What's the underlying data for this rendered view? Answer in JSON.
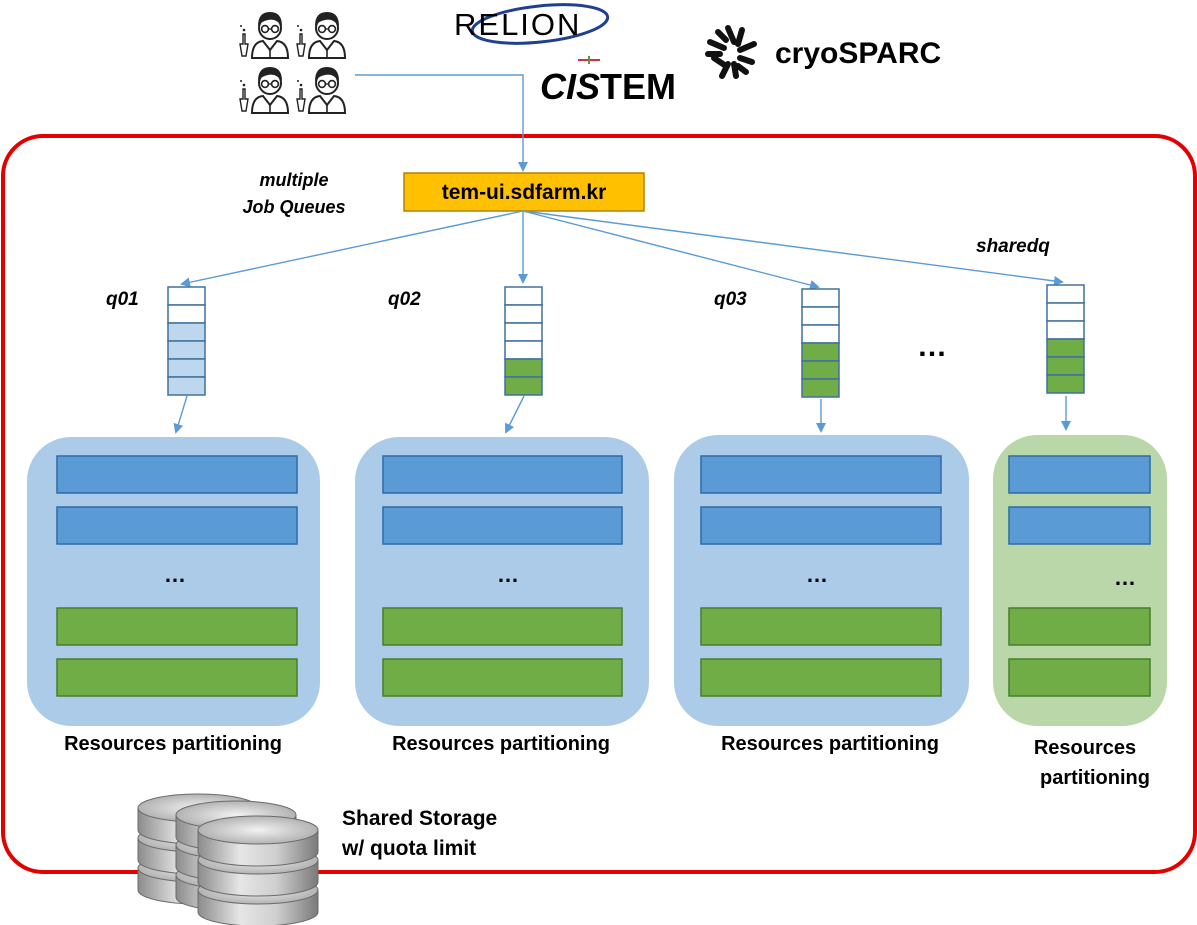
{
  "logos": {
    "relion": "RELION",
    "cistem_red": "CIS",
    "cistem_green": "TEM",
    "cryosparc": "cryoSPARC"
  },
  "server": {
    "label": "tem-ui.sdfarm.kr",
    "color": "#ffc000"
  },
  "job_queues_label": {
    "line1": "multiple",
    "line2": "Job Queues"
  },
  "queues": [
    {
      "name": "q01",
      "slots_total": 6,
      "slots_filled": 4,
      "fill_color": "#bdd7ee",
      "partition_label": [
        "Resources partitioning"
      ],
      "node_rows": [
        "blue",
        "blue",
        "green",
        "green"
      ],
      "partition_bg": "#abcbe9"
    },
    {
      "name": "q02",
      "slots_total": 6,
      "slots_filled": 2,
      "fill_color": "#70ad47",
      "partition_label": [
        "Resources partitioning"
      ],
      "node_rows": [
        "blue",
        "blue",
        "green",
        "green"
      ],
      "partition_bg": "#abcbe9"
    },
    {
      "name": "q03",
      "slots_total": 6,
      "slots_filled": 3,
      "fill_color": "#70ad47",
      "partition_label": [
        "Resources partitioning"
      ],
      "node_rows": [
        "blue",
        "blue",
        "green",
        "green"
      ],
      "partition_bg": "#abcbe9"
    },
    {
      "name": "sharedq",
      "slots_total": 6,
      "slots_filled": 3,
      "fill_color": "#70ad47",
      "partition_label": [
        "Resources",
        "partitioning"
      ],
      "node_rows": [
        "blue",
        "blue",
        "green",
        "green"
      ],
      "partition_bg": "#b9d7a8"
    }
  ],
  "ellipsis_queues": "…",
  "ellipsis_nodes": "…",
  "storage": {
    "line1": "Shared Storage",
    "line2": "w/ quota limit"
  },
  "colors": {
    "frame_red": "#e30000",
    "arrow_blue": "#5b9bd5",
    "node_blue": "#5b9bd5",
    "node_green": "#70ad47",
    "slot_border": "#41719c"
  }
}
